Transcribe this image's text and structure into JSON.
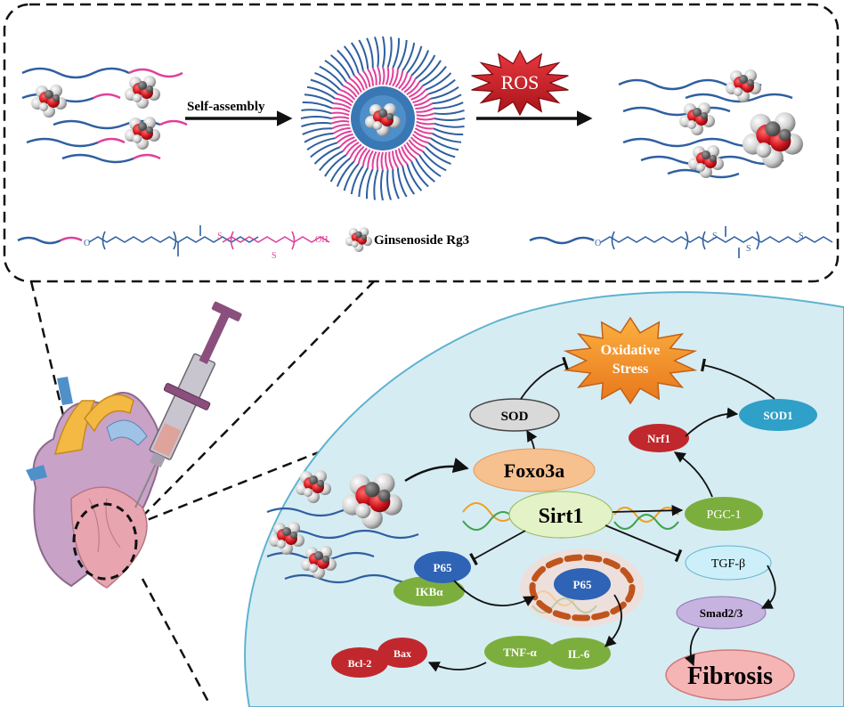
{
  "top_panel": {
    "self_assembly_label": "Self-assembly",
    "ros_label": "ROS",
    "legend_label": "Ginsenoside Rg3",
    "chem_oh_label": "OH",
    "chem_s_label": "S",
    "chem_o_label": "O"
  },
  "cell": {
    "oxidative_stress": [
      "Oxidative",
      "Stress"
    ],
    "sod": "SOD",
    "sod1": "SOD1",
    "nrf1": "Nrf1",
    "foxo3a": "Foxo3a",
    "sirt1": "Sirt1",
    "pgc1": "PGC-1",
    "tgfb": "TGF-β",
    "p65_left": "P65",
    "ikba": "IKBα",
    "p65_nucleus": "P65",
    "smad": "Smad2/3",
    "fibrosis": "Fibrosis",
    "bcl2": "Bcl-2",
    "bax": "Bax",
    "tnfa": "TNF-α",
    "il6": "IL-6"
  },
  "colors": {
    "peg_blue": "#2f5fa0",
    "pink_block": "#e0409a",
    "cell_fill": "#d6ecf3",
    "ros_red": "#c8232a",
    "stress_orange": "#f28c1e",
    "foxo_peach": "#f7c08f",
    "sirt_green": "#e4f2c7",
    "pgc_green": "#7cae3e",
    "p65_blue": "#2e63b5",
    "ikb_green": "#7cae3e",
    "tgf_cyan": "#cdeffa",
    "smad_purple": "#c7b3e0",
    "fibrosis_pink": "#f6b5b5",
    "bcl_red": "#c0282d",
    "tnf_green": "#7cae3e",
    "sod_gray": "#d9d9d9",
    "sod1_teal": "#2fa0c8",
    "nrf_red": "#c0282d"
  }
}
